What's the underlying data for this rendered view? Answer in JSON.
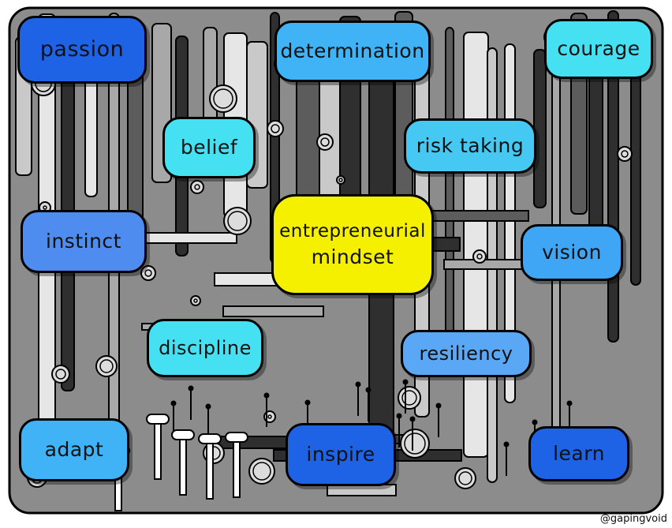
{
  "words": {
    "passion": "passion",
    "determination": "determination",
    "courage": "courage",
    "belief": "belief",
    "risk_taking": "risk taking",
    "instinct": "instinct",
    "center_line1": "entrepreneurial",
    "center_line2": "mindset",
    "vision": "vision",
    "discipline": "discipline",
    "resiliency": "resiliency",
    "adapt": "adapt",
    "inspire": "inspire",
    "learn": "learn"
  },
  "credit": "@gapingvoid",
  "colors": {
    "background_dark": "#2f2f2f",
    "background_mid": "#8c8c8c",
    "background_light": "#c9c9c9",
    "center_yellow": "#f5f000",
    "blue_dark": "#1e63e6",
    "blue_mid": "#4f8cf0",
    "blue_light": "#3fb3f5",
    "cyan": "#45e1f2"
  }
}
